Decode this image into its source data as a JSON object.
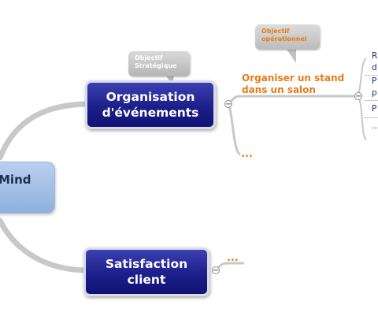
{
  "root": {
    "label": "Mind"
  },
  "branches": [
    {
      "label": "Organisation d'événements",
      "line1": "Organisation",
      "line2": "d'événements",
      "callout": [
        "Objectif",
        "Stratégique"
      ]
    },
    {
      "label": "Satisfaction client",
      "line1": "Satisfaction",
      "line2": "client",
      "ellipsis": "..."
    }
  ],
  "subtopic": {
    "line1": "Organiser un stand",
    "line2": "dans un salon",
    "callout": [
      "Objectif",
      "opérationnel"
    ],
    "sibling_ellipsis": "..."
  },
  "toggles": {
    "collapse": "−"
  },
  "leaves": [
    {
      "line1": "R",
      "line2": "d"
    },
    {
      "line1": "P",
      "line2": "p"
    },
    {
      "line1": "P"
    },
    {
      "line1": "..."
    }
  ]
}
